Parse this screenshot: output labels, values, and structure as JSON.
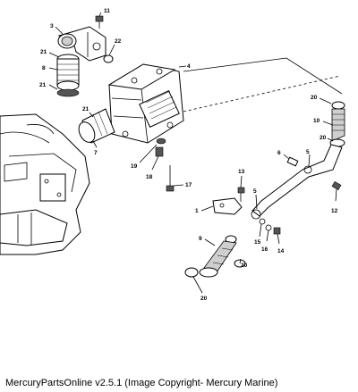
{
  "footer": {
    "text": "MercuryPartsOnline v2.5.1 (Image Copyright- Mercury Marine)"
  },
  "callouts": {
    "c1": "1",
    "c3": "3",
    "c4": "4",
    "c5a": "5",
    "c5b": "5",
    "c6": "6",
    "c7": "7",
    "c8": "8",
    "c9": "9",
    "c10": "10",
    "c11": "11",
    "c12": "12",
    "c13": "13",
    "c14": "14",
    "c15": "15",
    "c16": "16",
    "c17": "17",
    "c18": "18",
    "c19": "19",
    "c20a": "20",
    "c20b": "20",
    "c20c": "20",
    "c20d": "20",
    "c21a": "21",
    "c21b": "21",
    "c21c": "21",
    "c22": "22"
  }
}
